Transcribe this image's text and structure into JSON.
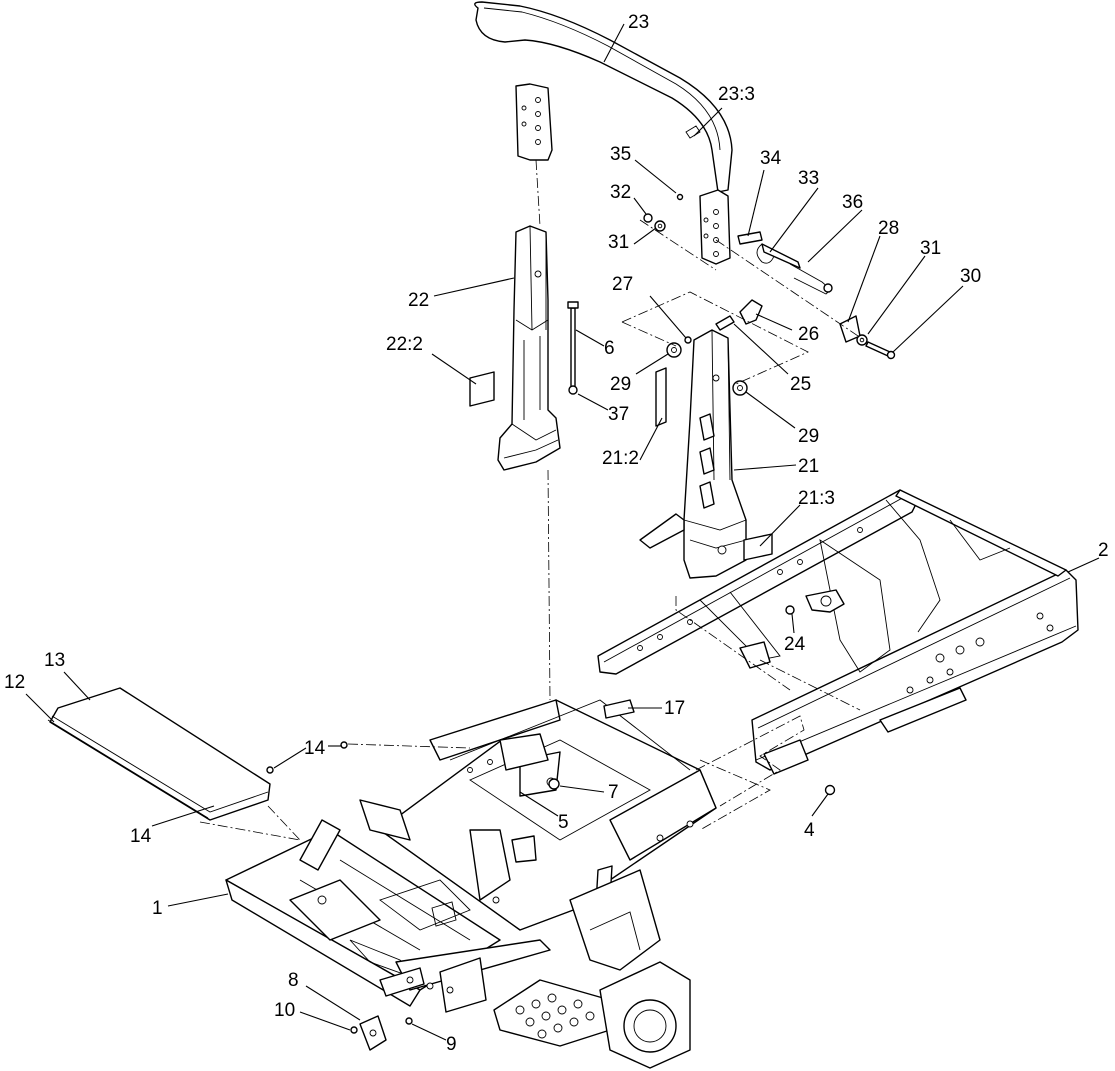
{
  "callouts": [
    {
      "id": "c1",
      "text": "1"
    },
    {
      "id": "c2",
      "text": "2"
    },
    {
      "id": "c4",
      "text": "4"
    },
    {
      "id": "c5",
      "text": "5"
    },
    {
      "id": "c6",
      "text": "6"
    },
    {
      "id": "c7",
      "text": "7"
    },
    {
      "id": "c8",
      "text": "8"
    },
    {
      "id": "c9",
      "text": "9"
    },
    {
      "id": "c10",
      "text": "10"
    },
    {
      "id": "c12",
      "text": "12"
    },
    {
      "id": "c13",
      "text": "13"
    },
    {
      "id": "c14a",
      "text": "14"
    },
    {
      "id": "c14b",
      "text": "14"
    },
    {
      "id": "c17",
      "text": "17"
    },
    {
      "id": "c21",
      "text": "21"
    },
    {
      "id": "c21_2",
      "text": "21:2"
    },
    {
      "id": "c21_3",
      "text": "21:3"
    },
    {
      "id": "c22",
      "text": "22"
    },
    {
      "id": "c22_2",
      "text": "22:2"
    },
    {
      "id": "c23",
      "text": "23"
    },
    {
      "id": "c23_3",
      "text": "23:3"
    },
    {
      "id": "c24",
      "text": "24"
    },
    {
      "id": "c25",
      "text": "25"
    },
    {
      "id": "c26",
      "text": "26"
    },
    {
      "id": "c27",
      "text": "27"
    },
    {
      "id": "c28",
      "text": "28"
    },
    {
      "id": "c29a",
      "text": "29"
    },
    {
      "id": "c29b",
      "text": "29"
    },
    {
      "id": "c30",
      "text": "30"
    },
    {
      "id": "c31a",
      "text": "31"
    },
    {
      "id": "c31b",
      "text": "31"
    },
    {
      "id": "c32",
      "text": "32"
    },
    {
      "id": "c33",
      "text": "33"
    },
    {
      "id": "c34",
      "text": "34"
    },
    {
      "id": "c35",
      "text": "35"
    },
    {
      "id": "c36",
      "text": "36"
    },
    {
      "id": "c37",
      "text": "37"
    }
  ]
}
